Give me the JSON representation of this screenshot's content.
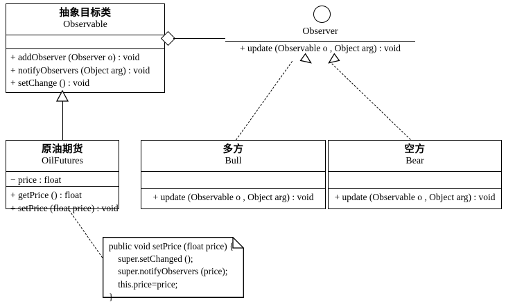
{
  "diagram": {
    "title": "Observer pattern UML class diagram",
    "stroke_color": "#000000",
    "background_color": "#ffffff"
  },
  "classes": {
    "observable": {
      "name_cn": "抽象目标类",
      "name_en": "Observable",
      "attributes": [],
      "methods": [
        "+ addObserver (Observer o) : void",
        "+ notifyObservers (Object arg) : void",
        "+ setChange () : void"
      ]
    },
    "oilfutures": {
      "name_cn": "原油期货",
      "name_en": "OilFutures",
      "attributes": [
        "− price : float"
      ],
      "methods": [
        "+ getPrice () : float",
        "+ setPrice (float price) : void"
      ]
    },
    "bull": {
      "name_cn": "多方",
      "name_en": "Bull",
      "attributes": [],
      "methods": [
        "+ update (Observable o , Object arg) : void"
      ]
    },
    "bear": {
      "name_cn": "空方",
      "name_en": "Bear",
      "attributes": [],
      "methods": [
        "+ update (Observable o , Object arg) : void"
      ]
    }
  },
  "interface": {
    "name": "Observer",
    "methods": [
      "+ update (Observable o , Object arg) : void"
    ]
  },
  "note": {
    "lines": [
      "public void setPrice (float price) {",
      "    super.setChanged ();",
      "    super.notifyObservers (price);",
      "    this.price=price;",
      "}"
    ],
    "text": "public void setPrice (float price) {\n    super.setChanged ();\n    super.notifyObservers (price);\n    this.price=price;\n}"
  },
  "relations": {
    "aggregation": "Observable aggregates Observer",
    "generalization": "OilFutures extends Observable",
    "realization_bull": "Bull implements Observer",
    "realization_bear": "Bear implements Observer",
    "note_link": "note attached to OilFutures.setPrice"
  }
}
